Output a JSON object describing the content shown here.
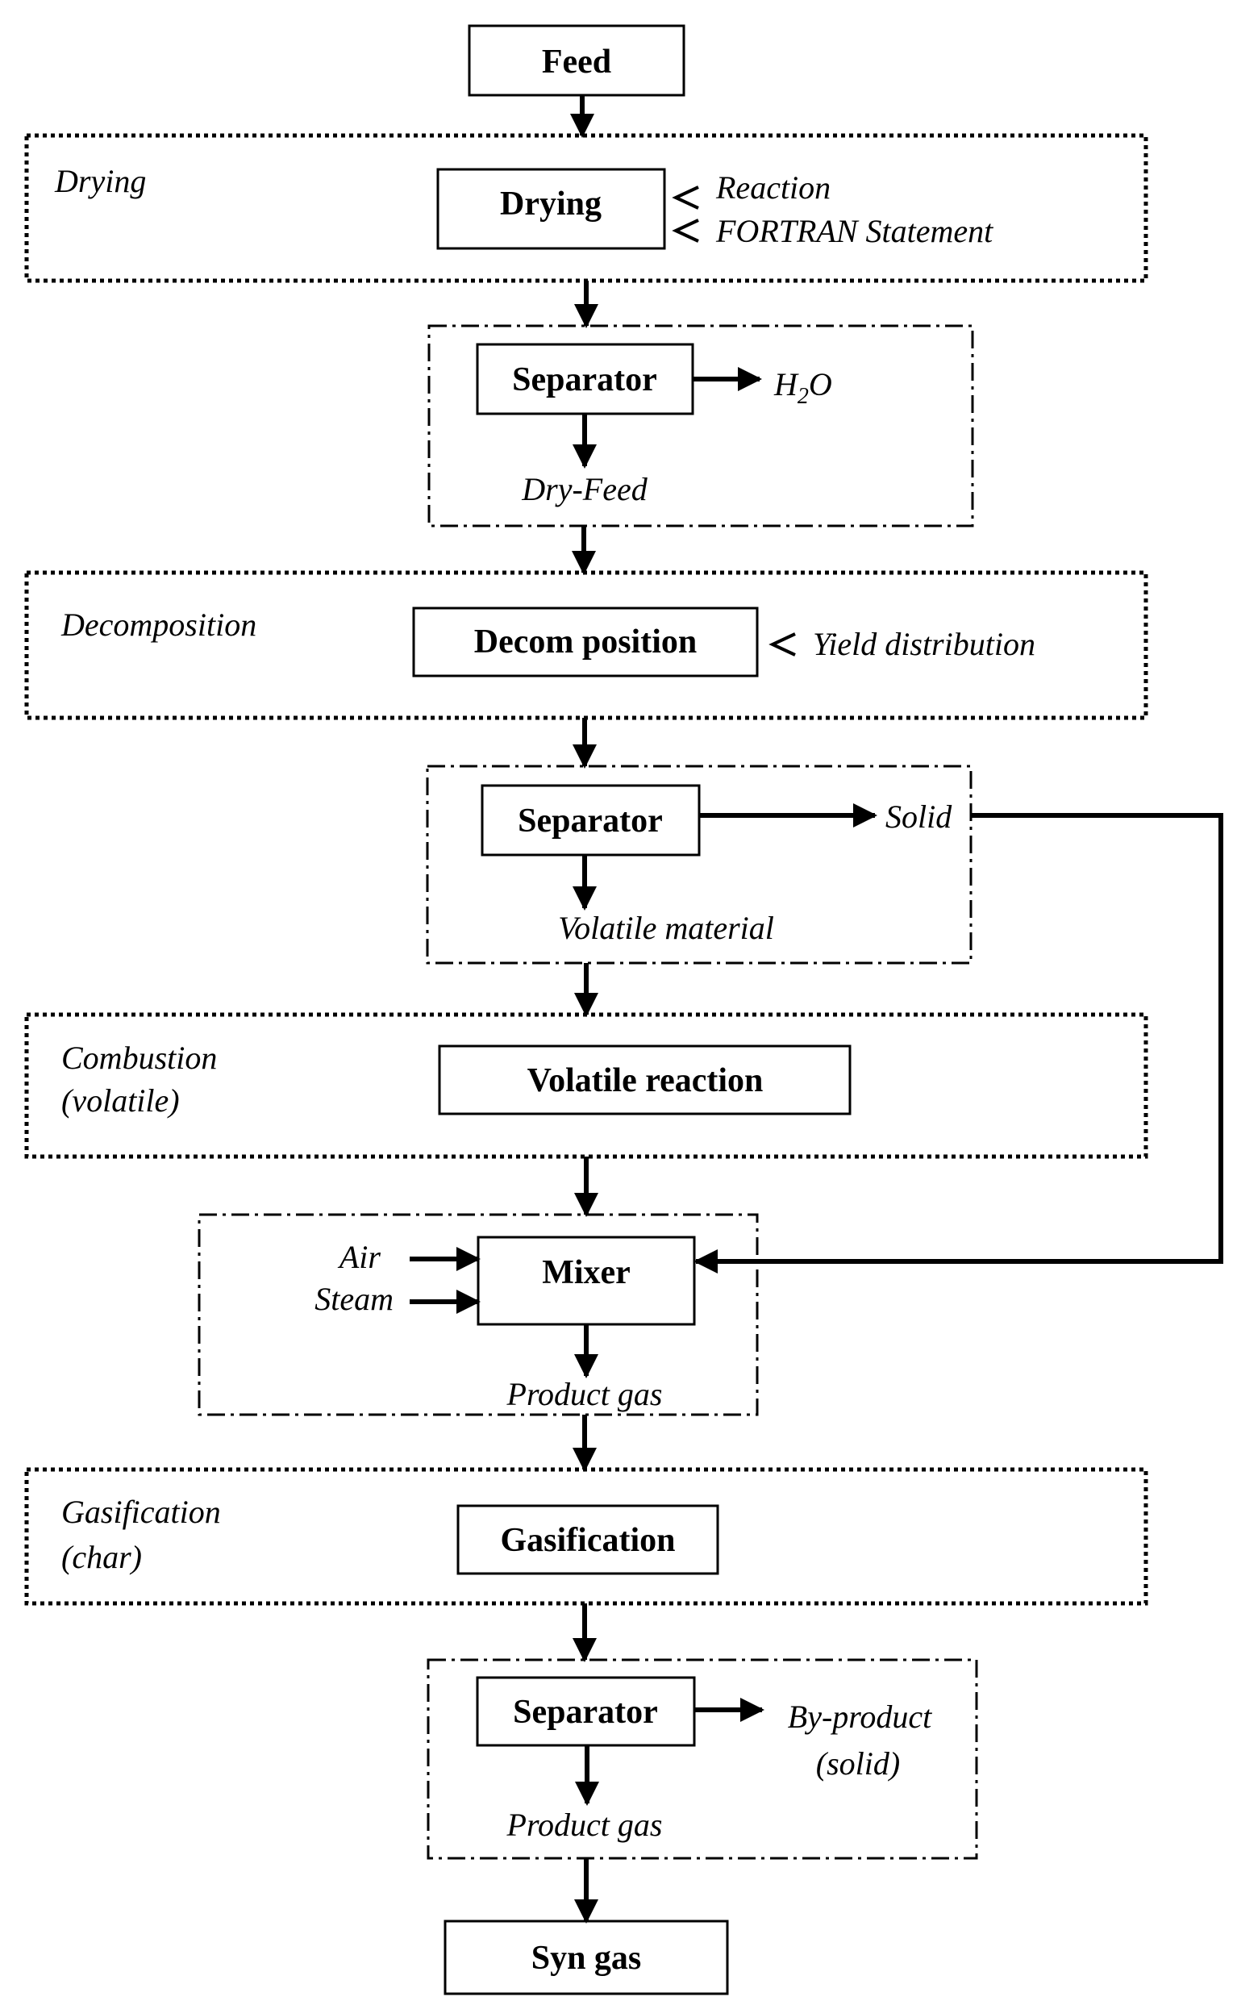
{
  "stages": {
    "drying": {
      "name": "Drying",
      "notes": [
        "Reaction",
        "FORTRAN Statement"
      ]
    },
    "decomposition": {
      "name": "Decomposition",
      "notes": [
        "Yield distribution"
      ]
    },
    "combustion": {
      "name_line1": "Combustion",
      "name_line2": "(volatile)"
    },
    "gasification": {
      "name_line1": "Gasification",
      "name_line2": "(char)"
    }
  },
  "blocks": {
    "feed": "Feed",
    "drying": "Drying",
    "separator1": "Separator",
    "decomposition": "Decom position",
    "separator2": "Separator",
    "volatile_reaction": "Volatile reaction",
    "mixer": "Mixer",
    "gasification": "Gasification",
    "separator3": "Separator",
    "syngas": "Syn gas"
  },
  "streams": {
    "h2o_main": "H",
    "h2o_sub": "2",
    "h2o_tail": "O",
    "dry_feed": "Dry-Feed",
    "solid": "Solid",
    "volatile_material": "Volatile material",
    "air": "Air",
    "steam": "Steam",
    "product_gas_1": "Product gas",
    "by_product_line1": "By-product",
    "by_product_line2": "(solid)",
    "product_gas_2": "Product gas"
  },
  "colors": {
    "line": "#000000",
    "background": "#ffffff"
  },
  "icons": {
    "note_marker": "arrowhead-left-icon"
  }
}
